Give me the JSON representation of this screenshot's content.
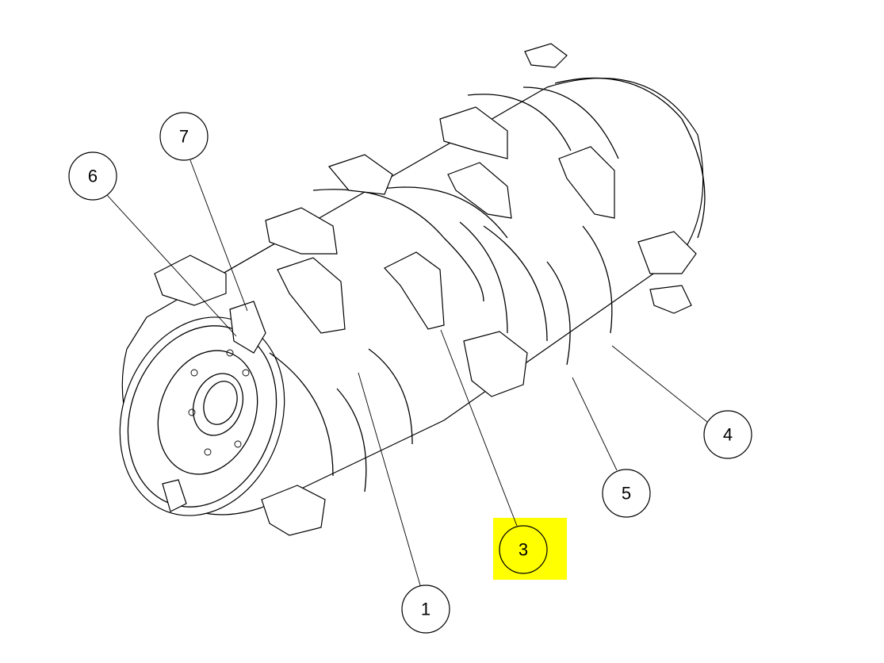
{
  "diagram": {
    "callouts": [
      {
        "id": "7",
        "label": "7"
      },
      {
        "id": "6",
        "label": "6"
      },
      {
        "id": "1",
        "label": "1"
      },
      {
        "id": "3",
        "label": "3",
        "highlighted": true
      },
      {
        "id": "5",
        "label": "5"
      },
      {
        "id": "4",
        "label": "4"
      }
    ],
    "highlight_color": "#ffff00"
  }
}
